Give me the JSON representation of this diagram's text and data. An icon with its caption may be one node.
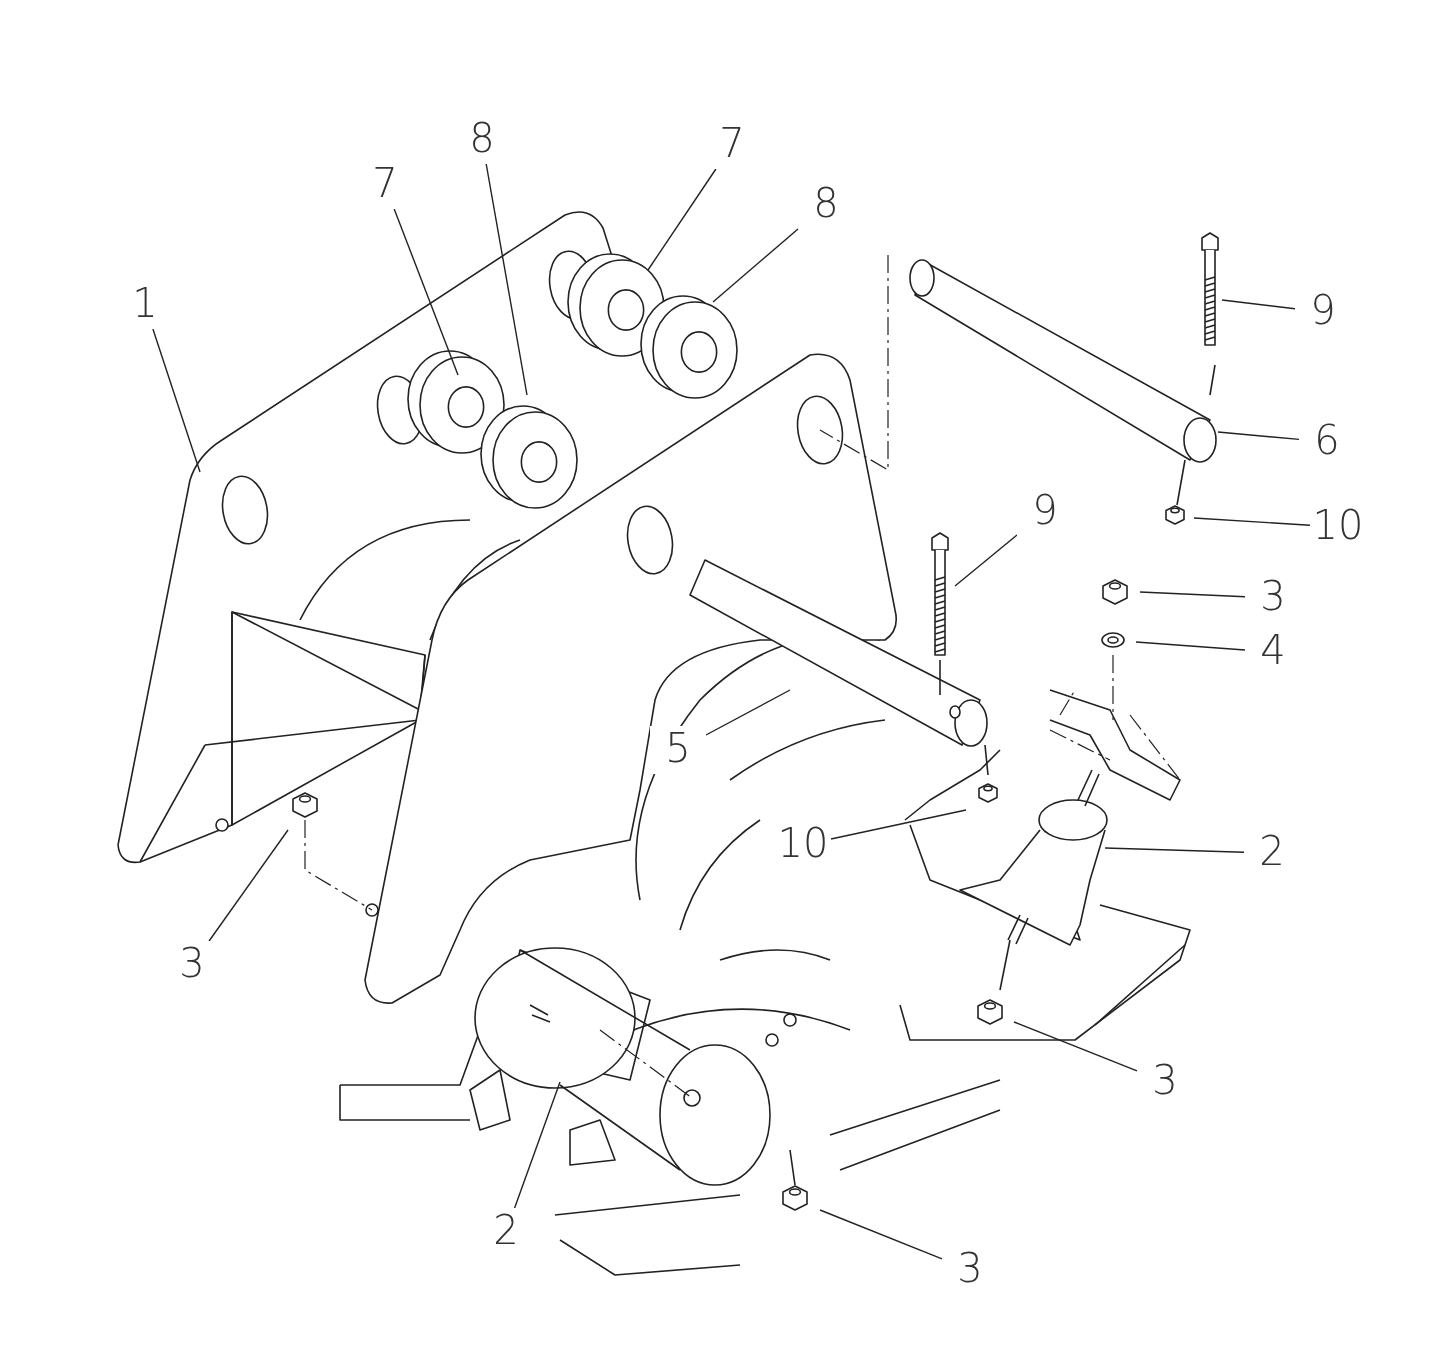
{
  "diagram": {
    "nodes": [
      {
        "text": [
          "8"
        ]
      },
      {
        "text": [
          "7"
        ]
      },
      {
        "text": [
          "7"
        ]
      },
      {
        "text": [
          "8"
        ]
      },
      {
        "text": [
          "1"
        ]
      },
      {
        "text": [
          "9"
        ]
      },
      {
        "text": [
          "6"
        ]
      },
      {
        "text": [
          "9"
        ]
      },
      {
        "text": [
          "10"
        ]
      },
      {
        "text": [
          "3"
        ]
      },
      {
        "text": [
          "4"
        ]
      },
      {
        "text": [
          "5"
        ]
      },
      {
        "text": [
          "10"
        ]
      },
      {
        "text": [
          "2"
        ]
      },
      {
        "text": [
          "3"
        ]
      },
      {
        "text": [
          "3"
        ]
      },
      {
        "text": [
          "2"
        ]
      },
      {
        "text": [
          "3"
        ]
      }
    ],
    "edges": [
      {
        "from": 0,
        "to": null,
        "arrow": "none"
      },
      {
        "from": 1,
        "to": null,
        "arrow": "none"
      },
      {
        "from": 2,
        "to": null,
        "arrow": "none"
      },
      {
        "from": 3,
        "to": null,
        "arrow": "none"
      },
      {
        "from": 4,
        "to": null,
        "arrow": "none"
      },
      {
        "from": 5,
        "to": null,
        "arrow": "none"
      },
      {
        "from": 6,
        "to": null,
        "arrow": "none"
      },
      {
        "from": 7,
        "to": null,
        "arrow": "none"
      },
      {
        "from": 8,
        "to": null,
        "arrow": "none"
      },
      {
        "from": 9,
        "to": null,
        "arrow": "none"
      },
      {
        "from": 10,
        "to": null,
        "arrow": "none"
      },
      {
        "from": 11,
        "to": null,
        "arrow": "none"
      },
      {
        "from": 12,
        "to": null,
        "arrow": "none"
      },
      {
        "from": 13,
        "to": null,
        "arrow": "none"
      },
      {
        "from": 14,
        "to": null,
        "arrow": "none"
      },
      {
        "from": 15,
        "to": null,
        "arrow": "none"
      },
      {
        "from": 16,
        "to": null,
        "arrow": "none"
      },
      {
        "from": 17,
        "to": null,
        "arrow": "none"
      }
    ]
  }
}
